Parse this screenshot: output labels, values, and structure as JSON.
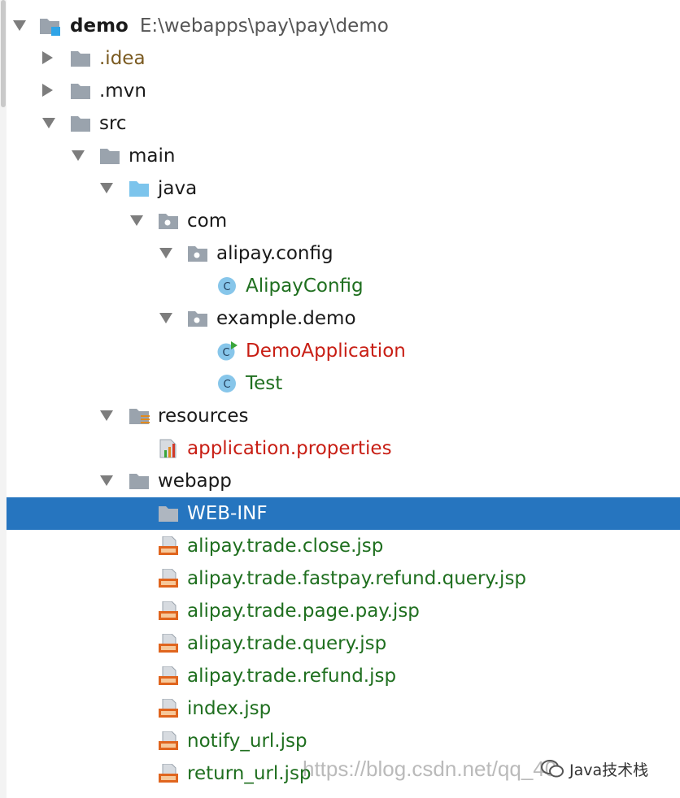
{
  "project_tree": {
    "root": {
      "label": "demo",
      "path": "E:\\webapps\\pay\\pay\\demo"
    },
    "items": [
      {
        "label": ".idea"
      },
      {
        "label": ".mvn"
      },
      {
        "label": "src"
      },
      {
        "label": "main"
      },
      {
        "label": "java"
      },
      {
        "label": "com"
      },
      {
        "label": "alipay.config"
      },
      {
        "label": "AlipayConfig"
      },
      {
        "label": "example.demo"
      },
      {
        "label": "DemoApplication"
      },
      {
        "label": "Test"
      },
      {
        "label": "resources"
      },
      {
        "label": "application.properties"
      },
      {
        "label": "webapp"
      },
      {
        "label": "WEB-INF"
      },
      {
        "label": "alipay.trade.close.jsp"
      },
      {
        "label": "alipay.trade.fastpay.refund.query.jsp"
      },
      {
        "label": "alipay.trade.page.pay.jsp"
      },
      {
        "label": "alipay.trade.query.jsp"
      },
      {
        "label": "alipay.trade.refund.jsp"
      },
      {
        "label": "index.jsp"
      },
      {
        "label": "notify_url.jsp"
      },
      {
        "label": "return_url.jsp"
      }
    ]
  },
  "watermark": {
    "text": "https://blog.csdn.net/qq_40",
    "brand": "Java技术栈"
  },
  "colors": {
    "selection": "#2675bf",
    "green_label": "#1f6f1f",
    "red_label": "#c81e14",
    "folder": "#9aa3ad",
    "source_folder": "#7cc4ec",
    "class_icon": "#87c6ea"
  },
  "icons": {
    "module": "module-folder-icon",
    "folder": "folder-icon",
    "source_root": "source-root-folder-icon",
    "package": "package-icon",
    "class": "class-icon",
    "runnable_class": "runnable-class-icon",
    "resources": "resources-folder-icon",
    "properties": "properties-file-icon",
    "jsp": "jsp-file-icon"
  }
}
